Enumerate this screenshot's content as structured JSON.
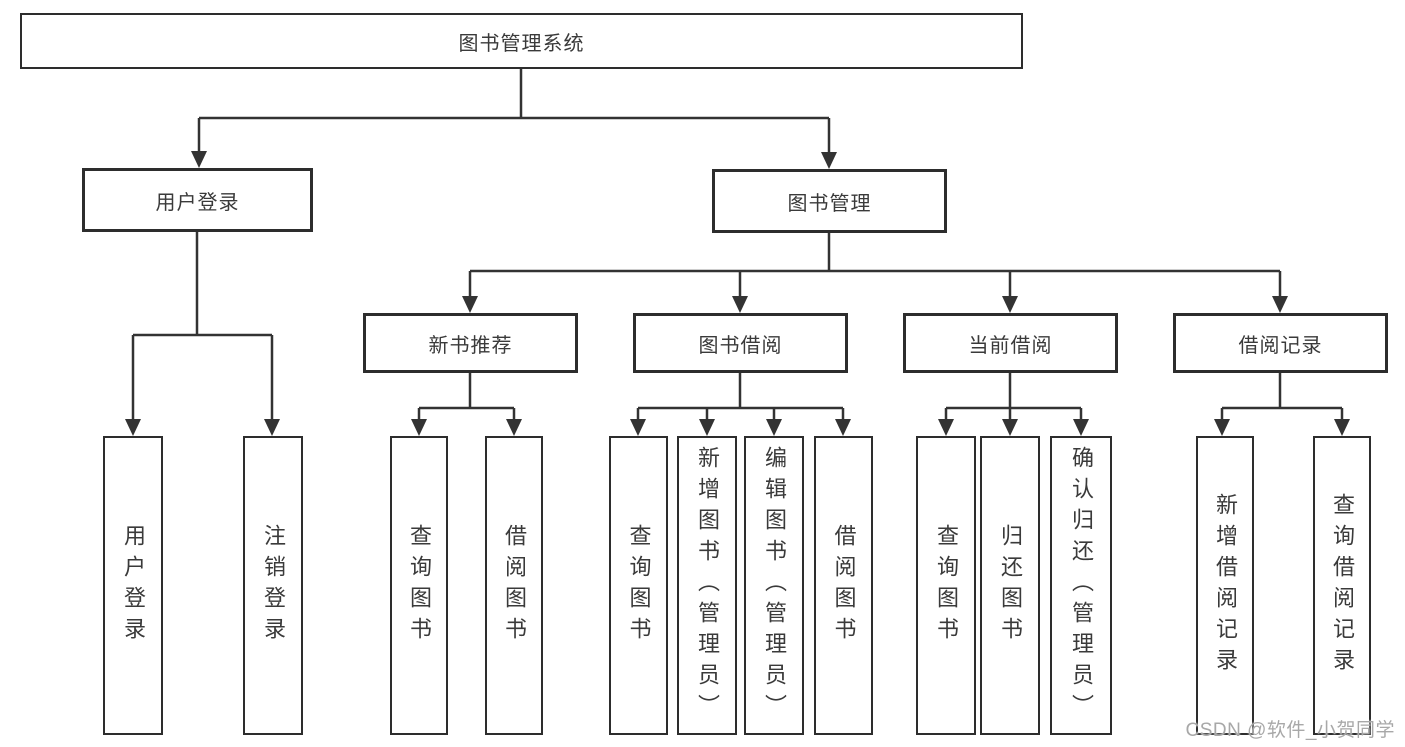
{
  "diagram": {
    "title": "图书管理系统",
    "branches": [
      {
        "label": "用户登录",
        "children": [
          {
            "label": "用户登录"
          },
          {
            "label": "注销登录"
          }
        ]
      },
      {
        "label": "图书管理",
        "children": [
          {
            "label": "新书推荐",
            "children": [
              {
                "label": "查询图书"
              },
              {
                "label": "借阅图书"
              }
            ]
          },
          {
            "label": "图书借阅",
            "children": [
              {
                "label": "查询图书"
              },
              {
                "label": "新增图书（管理员）"
              },
              {
                "label": "编辑图书（管理员）"
              },
              {
                "label": "借阅图书"
              }
            ]
          },
          {
            "label": "当前借阅",
            "children": [
              {
                "label": "查询图书"
              },
              {
                "label": "归还图书"
              },
              {
                "label": "确认归还（管理员）"
              }
            ]
          },
          {
            "label": "借阅记录",
            "children": [
              {
                "label": "新增借阅记录"
              },
              {
                "label": "查询借阅记录"
              }
            ]
          }
        ]
      }
    ]
  },
  "watermark": {
    "text": "CSDN @软件_小贺同学"
  },
  "colors": {
    "line": "#333333",
    "box_border": "#2d2d2d",
    "text": "#3a3a3a",
    "watermark": "#a8a8a8",
    "background": "#ffffff"
  }
}
